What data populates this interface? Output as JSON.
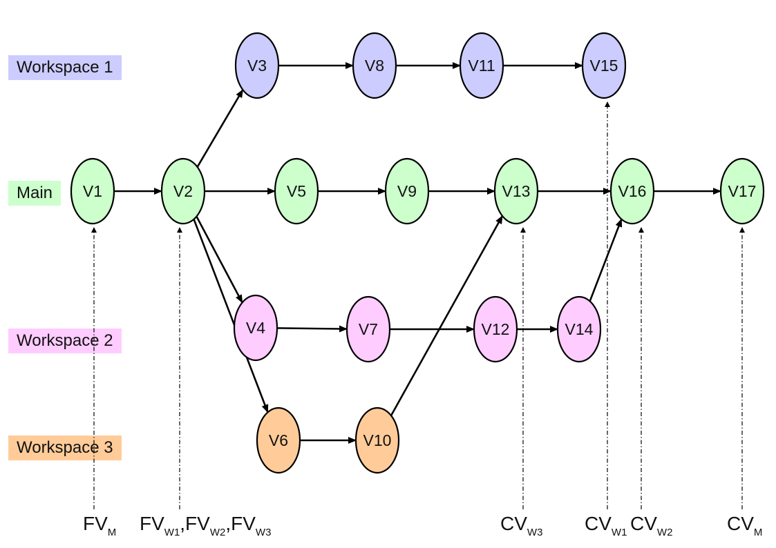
{
  "lanes": {
    "workspace1": {
      "label": "Workspace 1",
      "color": "#ccccff"
    },
    "main": {
      "label": "Main",
      "color": "#ccffcc"
    },
    "workspace2": {
      "label": "Workspace 2",
      "color": "#ffccff"
    },
    "workspace3": {
      "label": "Workspace 3",
      "color": "#ffcc99"
    }
  },
  "nodes": [
    {
      "id": "V1",
      "label": "V1",
      "lane": "main"
    },
    {
      "id": "V2",
      "label": "V2",
      "lane": "main"
    },
    {
      "id": "V3",
      "label": "V3",
      "lane": "workspace1"
    },
    {
      "id": "V4",
      "label": "V4",
      "lane": "workspace2"
    },
    {
      "id": "V5",
      "label": "V5",
      "lane": "main"
    },
    {
      "id": "V6",
      "label": "V6",
      "lane": "workspace3"
    },
    {
      "id": "V7",
      "label": "V7",
      "lane": "workspace2"
    },
    {
      "id": "V8",
      "label": "V8",
      "lane": "workspace1"
    },
    {
      "id": "V9",
      "label": "V9",
      "lane": "main"
    },
    {
      "id": "V10",
      "label": "V10",
      "lane": "workspace3"
    },
    {
      "id": "V11",
      "label": "V11",
      "lane": "workspace1"
    },
    {
      "id": "V12",
      "label": "V12",
      "lane": "workspace2"
    },
    {
      "id": "V13",
      "label": "V13",
      "lane": "main"
    },
    {
      "id": "V14",
      "label": "V14",
      "lane": "workspace2"
    },
    {
      "id": "V15",
      "label": "V15",
      "lane": "workspace1"
    },
    {
      "id": "V16",
      "label": "V16",
      "lane": "main"
    },
    {
      "id": "V17",
      "label": "V17",
      "lane": "main"
    }
  ],
  "edges": [
    [
      "V1",
      "V2"
    ],
    [
      "V2",
      "V3"
    ],
    [
      "V2",
      "V5"
    ],
    [
      "V2",
      "V4"
    ],
    [
      "V2",
      "V6"
    ],
    [
      "V3",
      "V8"
    ],
    [
      "V8",
      "V11"
    ],
    [
      "V11",
      "V15"
    ],
    [
      "V5",
      "V9"
    ],
    [
      "V9",
      "V13"
    ],
    [
      "V13",
      "V16"
    ],
    [
      "V16",
      "V17"
    ],
    [
      "V4",
      "V7"
    ],
    [
      "V7",
      "V12"
    ],
    [
      "V12",
      "V14"
    ],
    [
      "V14",
      "V16"
    ],
    [
      "V6",
      "V10"
    ],
    [
      "V10",
      "V13"
    ]
  ],
  "annotations": [
    {
      "id": "fv-m",
      "parts": [
        {
          "main": "FV",
          "sub": "M"
        }
      ],
      "targets": [
        "V1"
      ]
    },
    {
      "id": "fv-w",
      "parts": [
        {
          "main": "FV",
          "sub": "W1"
        },
        {
          "main": ",FV",
          "sub": "W2"
        },
        {
          "main": ",FV",
          "sub": "W3"
        }
      ],
      "targets": [
        "V2"
      ]
    },
    {
      "id": "cv-w3",
      "parts": [
        {
          "main": "CV",
          "sub": "W3"
        }
      ],
      "targets": [
        "V13"
      ]
    },
    {
      "id": "cv-w1",
      "parts": [
        {
          "main": "CV",
          "sub": "W1"
        }
      ],
      "targets": [
        "V15"
      ]
    },
    {
      "id": "cv-w2",
      "parts": [
        {
          "main": "CV",
          "sub": "W2"
        }
      ],
      "targets": [
        "V16"
      ]
    },
    {
      "id": "cv-m",
      "parts": [
        {
          "main": "CV",
          "sub": "M"
        }
      ],
      "targets": [
        "V17"
      ]
    }
  ]
}
